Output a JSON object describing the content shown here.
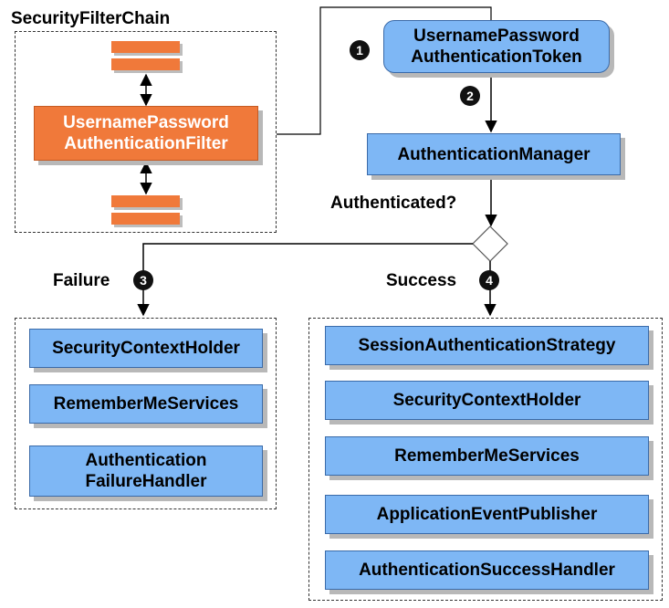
{
  "chain": {
    "title": "SecurityFilterChain",
    "filter_line1": "UsernamePassword",
    "filter_line2": "AuthenticationFilter"
  },
  "token": {
    "line1": "UsernamePassword",
    "line2": "AuthenticationToken"
  },
  "manager": {
    "label": "AuthenticationManager"
  },
  "decision": {
    "label": "Authenticated?"
  },
  "steps": [
    "1",
    "2",
    "3",
    "4"
  ],
  "failure": {
    "label": "Failure",
    "items": [
      "SecurityContextHolder",
      "RememberMeServices"
    ],
    "handler_line1": "Authentication",
    "handler_line2": "FailureHandler"
  },
  "success": {
    "label": "Success",
    "items": [
      "SessionAuthenticationStrategy",
      "SecurityContextHolder",
      "RememberMeServices",
      "ApplicationEventPublisher",
      "AuthenticationSuccessHandler"
    ]
  },
  "colors": {
    "blue": "#7eb7f5",
    "orange": "#f0793a",
    "line": "#000000"
  }
}
